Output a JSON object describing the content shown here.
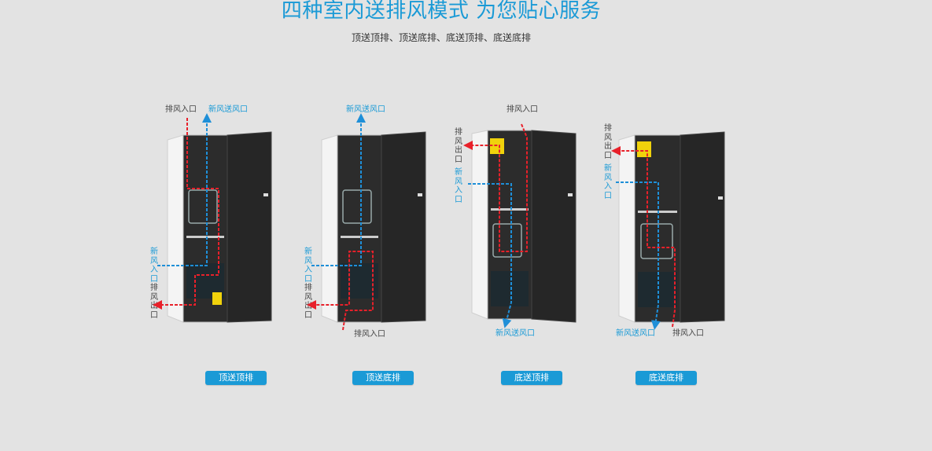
{
  "header": {
    "title": "四种室内送排风模式 为您贴心服务",
    "subtitle": "顶送顶排、顶送底排、底送顶排、底送底排"
  },
  "colors": {
    "accent": "#1a9ad6",
    "exhaust": "#e8202a",
    "fresh": "#1e8fd8",
    "background": "#e3e3e3"
  },
  "labels": {
    "exhaust_in": "排风入口",
    "fresh_out": "新风送风口",
    "fresh_in": "新风入口",
    "exhaust_out": "排风出口"
  },
  "modes": [
    {
      "label": "顶送顶排"
    },
    {
      "label": "顶送底排"
    },
    {
      "label": "底送顶排"
    },
    {
      "label": "底送底排"
    }
  ]
}
